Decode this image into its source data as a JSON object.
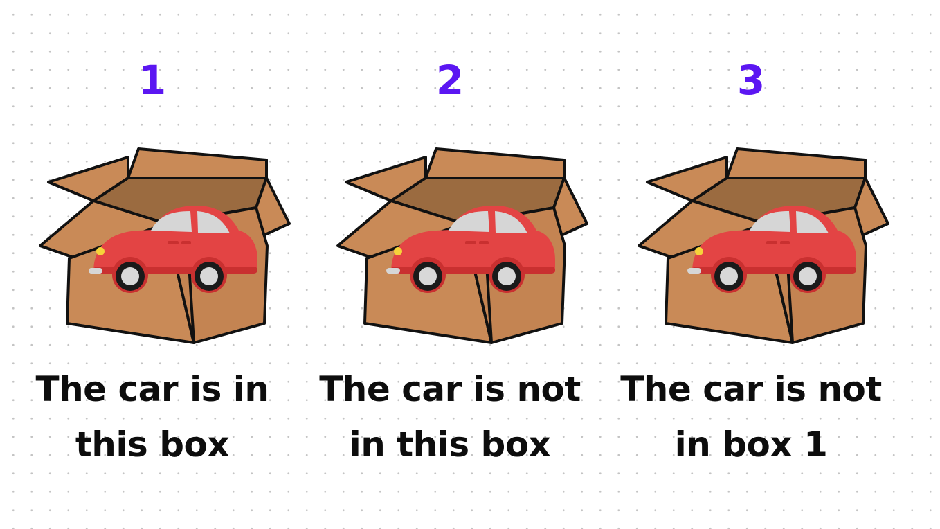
{
  "panels": [
    {
      "number": "1",
      "caption_line1": "The car is in",
      "caption_line2": "this box"
    },
    {
      "number": "2",
      "caption_line1": "The car is not",
      "caption_line2": "in this box"
    },
    {
      "number": "3",
      "caption_line1": "The car is not",
      "caption_line2": "in box 1"
    }
  ],
  "colors": {
    "number": "#5b16f2",
    "caption": "#0d0d0d",
    "box": "#c98a57",
    "box_inside": "#9b6b40",
    "car_body": "#e34444",
    "car_window": "#d6d6d6",
    "outline": "#111111"
  },
  "icons": {
    "box": "cardboard-box-icon",
    "car": "car-icon"
  }
}
